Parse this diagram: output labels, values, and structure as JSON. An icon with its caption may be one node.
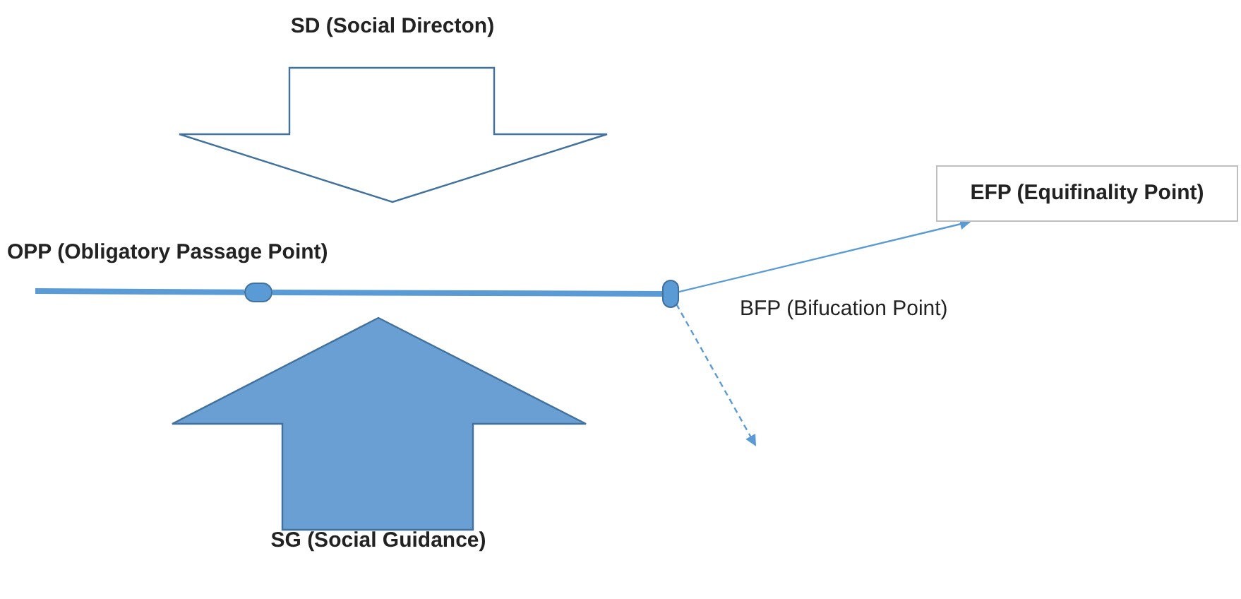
{
  "diagram": {
    "nodes": [
      {
        "text": [],
        "shape": "circle",
        "beside": [
          "OPP (Obligatory Passage Point)"
        ]
      },
      {
        "text": [],
        "shape": "circle",
        "beside": [
          "BFP (Bifucation Point)"
        ]
      },
      {
        "text": [
          "EFP (Equifinality Point)"
        ]
      }
    ],
    "edges": [
      {
        "from": null,
        "to": 0,
        "arrow": "none",
        "style": "thick"
      },
      {
        "from": 0,
        "to": 1,
        "arrow": "none",
        "style": "thick"
      },
      {
        "from": 1,
        "to": 2,
        "arrow": "to"
      },
      {
        "from": 1,
        "to": null,
        "arrow": "to",
        "style": "dashed"
      }
    ],
    "labels": [
      "SD (Social Directon)",
      "SG (Social Guidance)"
    ]
  }
}
